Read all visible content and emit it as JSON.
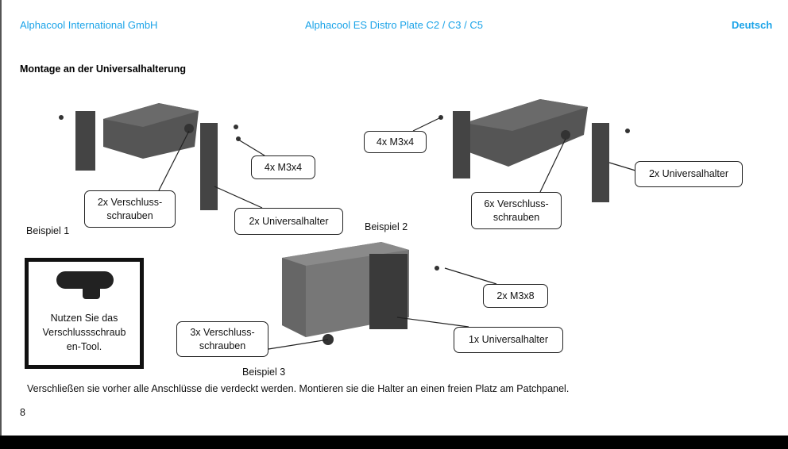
{
  "header": {
    "company": "Alphacool International GmbH",
    "product": "Alphacool ES Distro Plate C2 / C3 / C5",
    "language": "Deutsch"
  },
  "section_title": "Montage an der Universalhalterung",
  "example1": {
    "label": "Beispiel 1",
    "screws": "4x M3x4",
    "plugs_1": "2x Verschluss-",
    "plugs_2": "schrauben",
    "holder": "2x Universalhalter"
  },
  "example2": {
    "label": "Beispiel 2",
    "screws": "4x M3x4",
    "plugs_1": "6x Verschluss-",
    "plugs_2": "schrauben",
    "holder": "2x Universalhalter"
  },
  "example3": {
    "label": "Beispiel 3",
    "screws": "2x M3x8",
    "plugs_1": "3x Verschluss-",
    "plugs_2": "schrauben",
    "holder": "1x Universalhalter"
  },
  "tool_note": {
    "line1": "Nutzen Sie das",
    "line2": "Verschlussschraub",
    "line3": "en-Tool."
  },
  "instruction": "Verschließen sie vorher alle Anschlüsse die verdeckt werden. Montieren sie die Halter an einen freien Platz am Patchpanel.",
  "page_number": "8"
}
